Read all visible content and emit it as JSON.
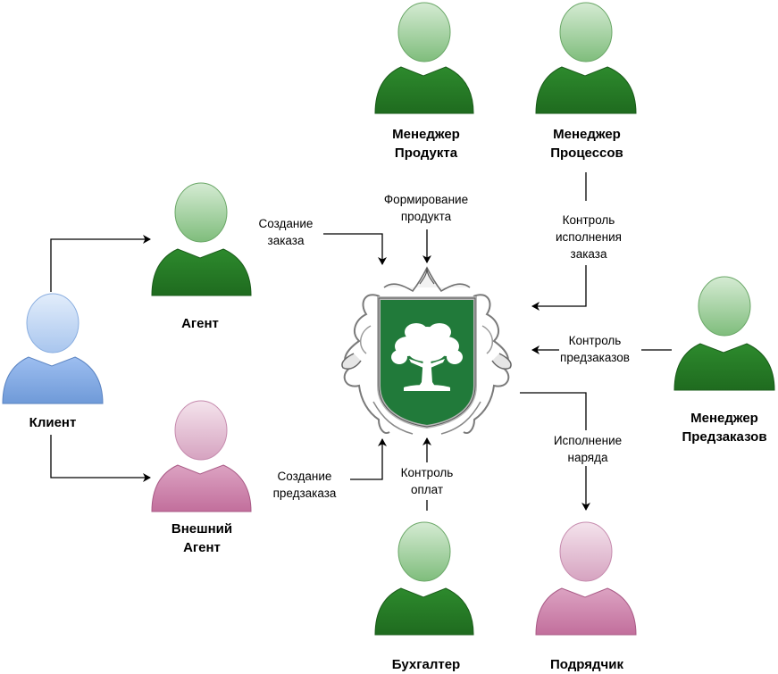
{
  "colors": {
    "green_head_top": "#d5ebd3",
    "green_head_bottom": "#7fbd7c",
    "green_body_top": "#2d8a2d",
    "green_body_bottom": "#1f6b1f",
    "blue_head_top": "#e2edfb",
    "blue_head_bottom": "#a9c6ee",
    "blue_body_top": "#9dbef0",
    "blue_body_bottom": "#6f9ad8",
    "pink_head_top": "#f4e3ec",
    "pink_head_bottom": "#d6a3c0",
    "pink_body_top": "#dca3c2",
    "pink_body_bottom": "#c26f9c",
    "shield": "#217a3a",
    "edge": "#000000"
  },
  "roles": {
    "manager_product": {
      "line1": "Менеджер",
      "line2": "Продукта",
      "color": "green"
    },
    "manager_process": {
      "line1": "Менеджер",
      "line2": "Процессов",
      "color": "green"
    },
    "agent": {
      "line1": "Агент",
      "color": "green"
    },
    "client": {
      "line1": "Клиент",
      "color": "blue"
    },
    "external_agent": {
      "line1": "Внешний",
      "line2": "Агент",
      "color": "pink"
    },
    "manager_preorders": {
      "line1": "Менеджер",
      "line2": "Предзаказов",
      "color": "green"
    },
    "accountant": {
      "line1": "Бухгалтер",
      "color": "green"
    },
    "contractor": {
      "line1": "Подрядчик",
      "color": "pink"
    }
  },
  "edges": {
    "create_order": {
      "line1": "Создание",
      "line2": "заказа"
    },
    "form_product": {
      "line1": "Формирование",
      "line2": "продукта"
    },
    "control_order": {
      "line1": "Контроль",
      "line2": "исполнения",
      "line3": "заказа"
    },
    "control_preorders": {
      "line1": "Контроль",
      "line2": "предзаказов"
    },
    "execute_work": {
      "line1": "Исполнение",
      "line2": "наряда"
    },
    "control_payments": {
      "line1": "Контроль",
      "line2": "оплат"
    },
    "create_preorder": {
      "line1": "Создание",
      "line2": "предзаказа"
    }
  },
  "logo": {
    "icon": "oak-tree-emblem-icon"
  }
}
